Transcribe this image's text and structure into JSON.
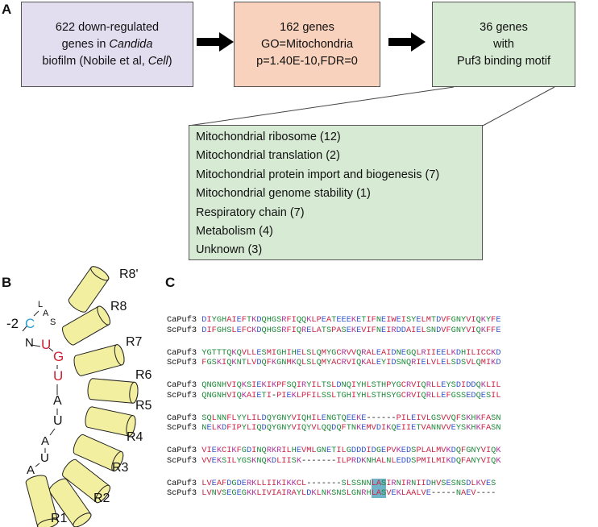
{
  "panelA": {
    "label": "A",
    "box1": {
      "line1": "622 down-regulated",
      "line2_pre": "genes in ",
      "line2_italic": "Candida",
      "line3": "biofilm (Nobile et al, ",
      "line3_italic": "Cell",
      "line3_post": ")"
    },
    "box2": {
      "line1": "162 genes",
      "line2": "GO=Mitochondria",
      "line3": "p=1.40E-10,FDR=0"
    },
    "box3": {
      "line1": "36 genes",
      "line2": "with",
      "line3": "Puf3 binding motif"
    },
    "categories": [
      "Mitochondrial ribosome (12)",
      "Mitochondrial translation (2)",
      "Mitochondrial protein import and biogenesis (7)",
      "Mitochondrial genome stability (1)",
      "Respiratory chain (7)",
      "Metabolism (4)",
      "Unknown (3)"
    ],
    "colors": {
      "box1": "#e2def0",
      "box2": "#f8d2bc",
      "box3": "#d6ead4"
    }
  },
  "panelB": {
    "label": "B",
    "repeats": [
      "R8'",
      "R8",
      "R7",
      "R6",
      "R5",
      "R4",
      "R3",
      "R2",
      "R1"
    ],
    "rna": {
      "loop": [
        "L",
        "A",
        "S"
      ],
      "minus2": "-2",
      "c_base": "C",
      "n_base": "N",
      "u1": "U",
      "g1": "G",
      "u2": "U",
      "a1": "A",
      "u3": "U",
      "a2": "A",
      "u4": "U",
      "a3": "A"
    },
    "colors": {
      "cylinder": "#f3efa0",
      "red_base": "#cc2233",
      "blue_base": "#2f9fd6"
    }
  },
  "panelC": {
    "label": "C",
    "blocks": [
      {
        "ca": "DIYGHAIEFTKDQHGSRFIQQKLPEATEEEKETIFNEIWEISYELMTDVFGNYVIQKYFE",
        "sc": "DIFGHSLEFCKDQHGSRFIQRELATSPASEKEVIFNEIRDDAIELSNDVFGNYVIQKFFE"
      },
      {
        "ca": "YGTTTQKQVLLESMIGHIHELSLQMYGCRVVQRALEAIDNEGQLRIIEELKDHILICCKD",
        "sc": "FGSKIQKNTLVDQFKGNMKQLSLQMYACRVIQKALEYIDSNQRIELVLELSDSVLQMIKD"
      },
      {
        "ca": "QNGNHVIQKSIEKIKPFSQIRYILTSLDNQIYHLSTHPYGCRVIQRLLEYSDIDDQKLIL",
        "sc": "QNGNHVIQKAIETI-PIEKLPFILSSLTGHIYHLSTHSYGCRVIQRLLEFGSSEDQESIL"
      },
      {
        "ca": "SQLNNFLYYLILDQYGNYVIQHILENGTQEEKE------PILEIVLGSVVQFSKHKFASN",
        "sc": "NELKDFIPYLIQDQYGNYVIQYVLQQDQFTNKEMVDIKQEIIETVANNVVEYSKHKFASN"
      },
      {
        "ca": "VIEKCIKFGDINQRKRILHEVMLGNETILGDDDIDGEPVKEDSPLALMVKDQFGNYVIQK",
        "sc": "VVEKSILYGSKNQKDLIISK-------ILPRDKNHALNLEDDSPMILMIKDQFANYVIQK"
      },
      {
        "ca": "LVEAFDGDERKLLIIKIKKCL-------SLSSNNLASIRNIRNIIDHVSESNSDLKVES",
        "sc": "LVNVSEGEGKKLIVIAIRAYLDKLNKSNSLGNRHLASVEKLAALVE-----NAEV----"
      }
    ],
    "names": {
      "ca": "CaPuf3",
      "sc": "ScPuf3"
    },
    "highlight": "LAS",
    "colors": {
      "red": "#cc2244",
      "green": "#1e8a3a",
      "blue": "#3355cc",
      "magenta": "#aa3399",
      "highlight": "#6fb3c8"
    }
  }
}
